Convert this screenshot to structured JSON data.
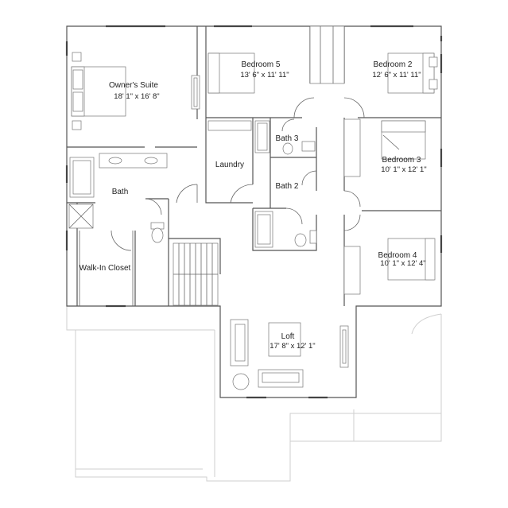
{
  "rooms": {
    "owners_suite": {
      "name": "Owner's Suite",
      "dims": "18' 1\" x 16' 8\""
    },
    "bedroom5": {
      "name": "Bedroom 5",
      "dims": "13' 6\" x 11' 11\""
    },
    "bedroom2": {
      "name": "Bedroom 2",
      "dims": "12' 6\" x 11' 11\""
    },
    "bath3": {
      "name": "Bath 3"
    },
    "laundry": {
      "name": "Laundry"
    },
    "bath2": {
      "name": "Bath 2"
    },
    "bedroom3": {
      "name": "Bedroom 3",
      "dims": "10' 1\" x 12' 1\""
    },
    "bath": {
      "name": "Bath"
    },
    "walkin_closet": {
      "name": "Walk-In Closet"
    },
    "bedroom4": {
      "name": "Bedroom 4",
      "dims": "10' 1\" x 12' 4\""
    },
    "loft": {
      "name": "Loft",
      "dims": "17' 8\" x 12' 1\""
    }
  }
}
